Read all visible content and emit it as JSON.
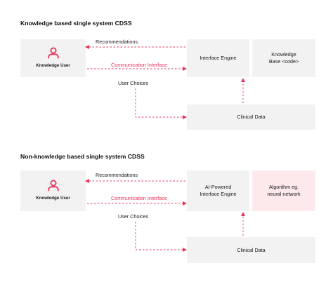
{
  "diagrams": [
    {
      "title": "Knowledge based single system CDSS",
      "user_label": "Knowledge User",
      "recommendations_label": "Recommendations",
      "communication_label": "Communication Interface",
      "user_choices_label": "User Choices",
      "engine_label": "Interface Engine",
      "knowledge_label": "Knowledge\nBase <code>",
      "clinical_label": "Clinical Data"
    },
    {
      "title": "Non-knowledge based single system CDSS",
      "user_label": "Knowledge User",
      "recommendations_label": "Recommendations",
      "communication_label": "Communication Interface",
      "user_choices_label": "User Choices",
      "engine_label": "AI-Powered\nInterface Engine",
      "knowledge_label": "Algorithm eg.\nneural network",
      "clinical_label": "Clinical Data"
    }
  ],
  "colors": {
    "accent": "#e8345c",
    "box": "#f2f2f2",
    "pink_box": "#fde8ec"
  },
  "icons": {
    "user": "person-icon"
  }
}
